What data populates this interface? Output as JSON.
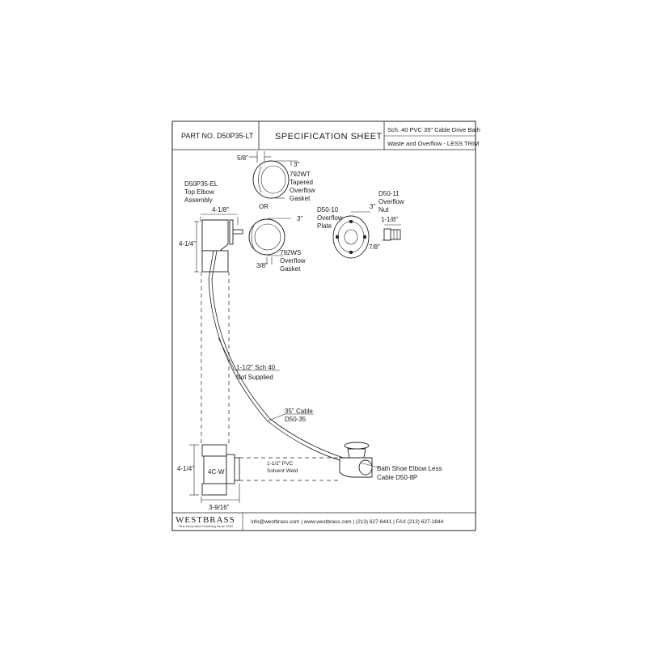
{
  "header": {
    "part_no_label": "PART NO.",
    "part_no": "D50P35-LT",
    "title": "SPECIFICATION SHEET",
    "description_line1": "Sch. 40 PVC 35\" Cable Drive Bath",
    "description_line2": "Waste and Overflow - LESS TRIM"
  },
  "labels": {
    "top_elbow": [
      "D50P35-EL",
      "Top Elbow",
      "Assembly"
    ],
    "gasket_792wt": [
      "792WT",
      "Tapered",
      "Overflow",
      "Gasket"
    ],
    "or": "OR",
    "gasket_792ws": [
      "792WS",
      "Overflow",
      "Gasket"
    ],
    "overflow_plate": [
      "D50-10",
      "Overflow",
      "Plate"
    ],
    "overflow_nut": [
      "D50-11",
      "Overflow",
      "Nut"
    ],
    "pipe_note": [
      "1-1/2\" Sch 40",
      "Not Supplied"
    ],
    "cable_note": [
      "35\" Cable",
      "D50-35"
    ],
    "tee": "4C-W",
    "solvent_weld": [
      "1-1/2\" PVC",
      "Solvent Weld"
    ],
    "bath_shoe": [
      "Bath Shoe Elbow Less",
      "Cable D50-8P"
    ]
  },
  "dimensions": {
    "wt_width": "5/8\"",
    "wt_diameter": "3\"",
    "elbow_width": "4-1/8\"",
    "elbow_height": "4-1/4\"",
    "ws_diameter": "3\"",
    "ws_width": "3/8\"",
    "plate_diameter": "3\"",
    "nut_length": "1-1/8\"",
    "nut_width": "7/8\"",
    "tee_height": "4-1/4\"",
    "tee_width": "3-9/16\""
  },
  "footer": {
    "brand": "WESTBRASS",
    "tagline": "Fine Decorative Plumbing Since 1930",
    "contact": "info@westbrass.com  |  www.westbrass.com  |  (213) 627-8441  |  FAX (213) 627-2844"
  }
}
